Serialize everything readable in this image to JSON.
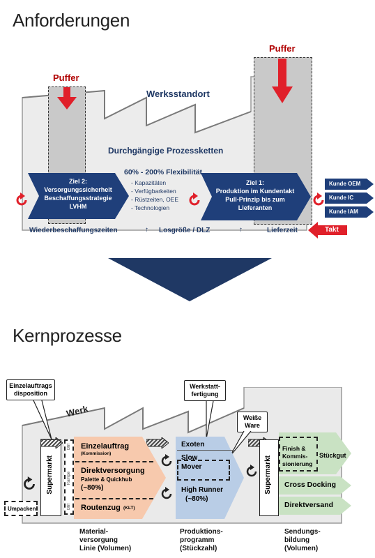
{
  "top": {
    "title": "Anforderungen",
    "werksstandort": "Werksstandort",
    "puffer_left": "Puffer",
    "puffer_right": "Puffer",
    "durchgaengig": "Durchgängige Prozessketten",
    "flexibility_title": "60% - 200% Flexibilität",
    "flexibility_items": [
      "- Kapazitäten",
      "- Verfügbarkeiten",
      "- Rüstzeiten, OEE",
      "- Technologien"
    ],
    "ziel2": [
      "Ziel 2:",
      "Versorgungssicherheit",
      "Beschaffungsstrategie",
      "LVHM"
    ],
    "ziel1": [
      "Ziel 1:",
      "Produktion im Kundentakt",
      "Pull-Prinzip bis zum",
      "Lieferanten"
    ],
    "customers": [
      "Kunde OEM",
      "Kunde IC",
      "Kunde IAM"
    ],
    "bottom_labels": {
      "wiederbeschaffung": "Wiederbeschaffungszeiten",
      "losgroesse": "Losgröße / DLZ",
      "lieferzeit": "Lieferzeit",
      "takt": "Takt"
    }
  },
  "bottom": {
    "title": "Kernprozesse",
    "einzelauftrags": [
      "Einzelauftrags",
      "disposition"
    ],
    "werkstatt": [
      "Werkstatt-",
      "fertigung"
    ],
    "weisse_ware": [
      "Weiße",
      "Ware"
    ],
    "werk": "Werk",
    "supermarkt_left": "Supermarkt",
    "supermarkt_right": "Supermarkt",
    "umpacken": "Umpacken",
    "side_tags": [
      "Bhf",
      "Rampe",
      "Bhf"
    ],
    "material": {
      "einzelauftrag": "Einzelauftrag",
      "kommission": "(Kommission)",
      "direktversorgung": "Direktversorgung",
      "palette": "Palette & Quickhub",
      "pct80": "(~80%)",
      "routenzug": "Routenzug",
      "klt": "(KLT)"
    },
    "produktion": {
      "exoten": "Exoten",
      "slow": "Slow",
      "mover": "Mover",
      "high_runner": "High Runner",
      "pct80": "(~80%)"
    },
    "sendung": {
      "finish": [
        "Finish &",
        "Kommis-",
        "sionierung"
      ],
      "stueckgut": "Stückgut",
      "cross_docking": "Cross Docking",
      "direktversand": "Direktversand"
    },
    "footer": {
      "material": [
        "Material-",
        "versorgung",
        "Linie (Volumen)"
      ],
      "produktion": [
        "Produktions-",
        "programm",
        "(Stückzahl)"
      ],
      "sendung": [
        "Sendungs-",
        "bildung",
        "(Volumen)"
      ]
    }
  },
  "colors": {
    "navy": "#1f3f7a",
    "red": "#e0202a",
    "orange_arrow": "#f7c9ad",
    "blue_arrow": "#b9cde6",
    "green_arrow": "#c9e2c3"
  }
}
